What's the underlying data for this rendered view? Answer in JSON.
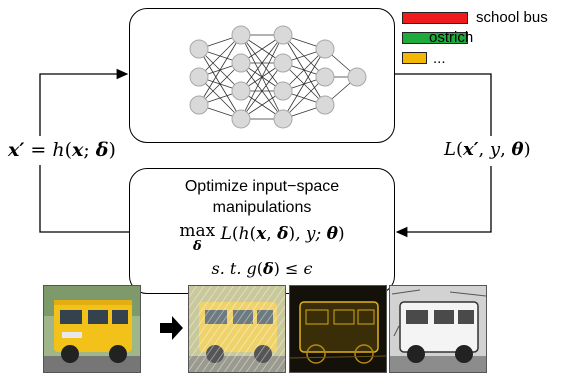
{
  "legend": [
    {
      "label": "school bus",
      "color": "#ee1c1c"
    },
    {
      "label": "ostrich",
      "color": "#1faa3c"
    },
    {
      "label": "...",
      "color": "#f2b705"
    }
  ],
  "left_equation": {
    "lhs": "x′",
    "eq": " = ",
    "fn": "h",
    "open": "(",
    "x": "x",
    "sep": "; ",
    "delta": "δ",
    "close": ")"
  },
  "right_equation": {
    "fn": "L",
    "open": "(",
    "x": "x′",
    "sep1": ", ",
    "y": "y",
    "sep2": ", ",
    "theta": "θ",
    "close": ")"
  },
  "optimization": {
    "title_line1": "Optimize input−space",
    "title_line2": "manipulations",
    "max": "max",
    "max_sub": "δ",
    "objective": {
      "L": "L",
      "open": "(",
      "h": "h",
      "open2": "(",
      "x": "x",
      "sep": ", ",
      "delta": "δ",
      "close2": ")",
      "y": ", y; ",
      "theta": "θ",
      "close": ")"
    },
    "constraint": {
      "st": "s. t. g",
      "open": "(",
      "delta": "δ",
      "close": ")",
      "rel": " ≤ ϵ"
    }
  },
  "colors": {
    "bus_yellow": "#f2c21b",
    "sky": "#b9c9d6",
    "road": "#6f6f6f"
  }
}
